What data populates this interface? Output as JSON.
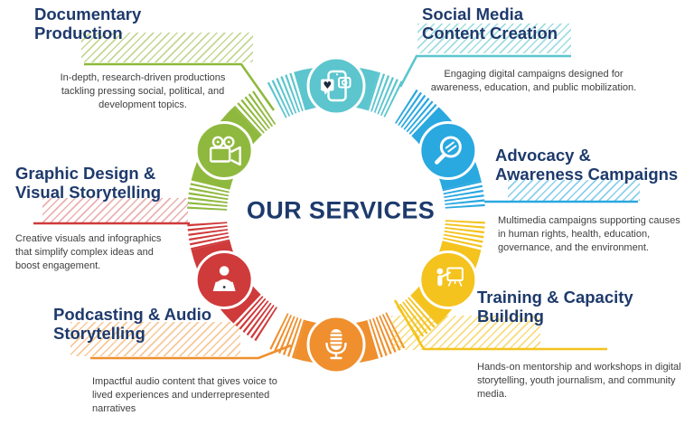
{
  "diagram": {
    "center_label": "OUR SERVICES",
    "text_colors": {
      "heading": "#1e3a6c",
      "body": "#3e3e3e"
    },
    "services": [
      {
        "id": "documentary",
        "heading": "Documentary\nProduction",
        "description": "In-depth, research-driven productions\ntackling pressing social, political, and\ndevelopment topics.",
        "color": "#8fb93e",
        "icon": "video-camera-icon"
      },
      {
        "id": "social-media",
        "heading": "Social Media\nContent Creation",
        "description": "Engaging digital campaigns designed for\nawareness, education, and public mobilization.",
        "color": "#5cc5ce",
        "icon": "phone-social-icon"
      },
      {
        "id": "advocacy",
        "heading": "Advocacy &\nAwareness Campaigns",
        "description": "Multimedia campaigns supporting causes\nin human rights, health, education,\ngovernance, and the environment.",
        "color": "#2aa8e0",
        "icon": "magnifier-icon"
      },
      {
        "id": "training",
        "heading": "Training & Capacity\nBuilding",
        "description": "Hands-on mentorship and workshops in digital\nstorytelling, youth journalism, and community\nmedia.",
        "color": "#f4c31d",
        "icon": "presenter-board-icon"
      },
      {
        "id": "podcasting",
        "heading": "Podcasting & Audio\nStorytelling",
        "description": "Impactful audio content that gives voice to\nlived experiences and underrepresented\nnarratives",
        "color": "#ef8f2d",
        "icon": "microphone-icon"
      },
      {
        "id": "graphic-design",
        "heading": "Graphic Design &\nVisual Storytelling",
        "description": "Creative visuals and infographics\nthat simplify complex ideas and\nboost engagement.",
        "color": "#cf3a3b",
        "icon": "person-laptop-icon"
      }
    ]
  }
}
